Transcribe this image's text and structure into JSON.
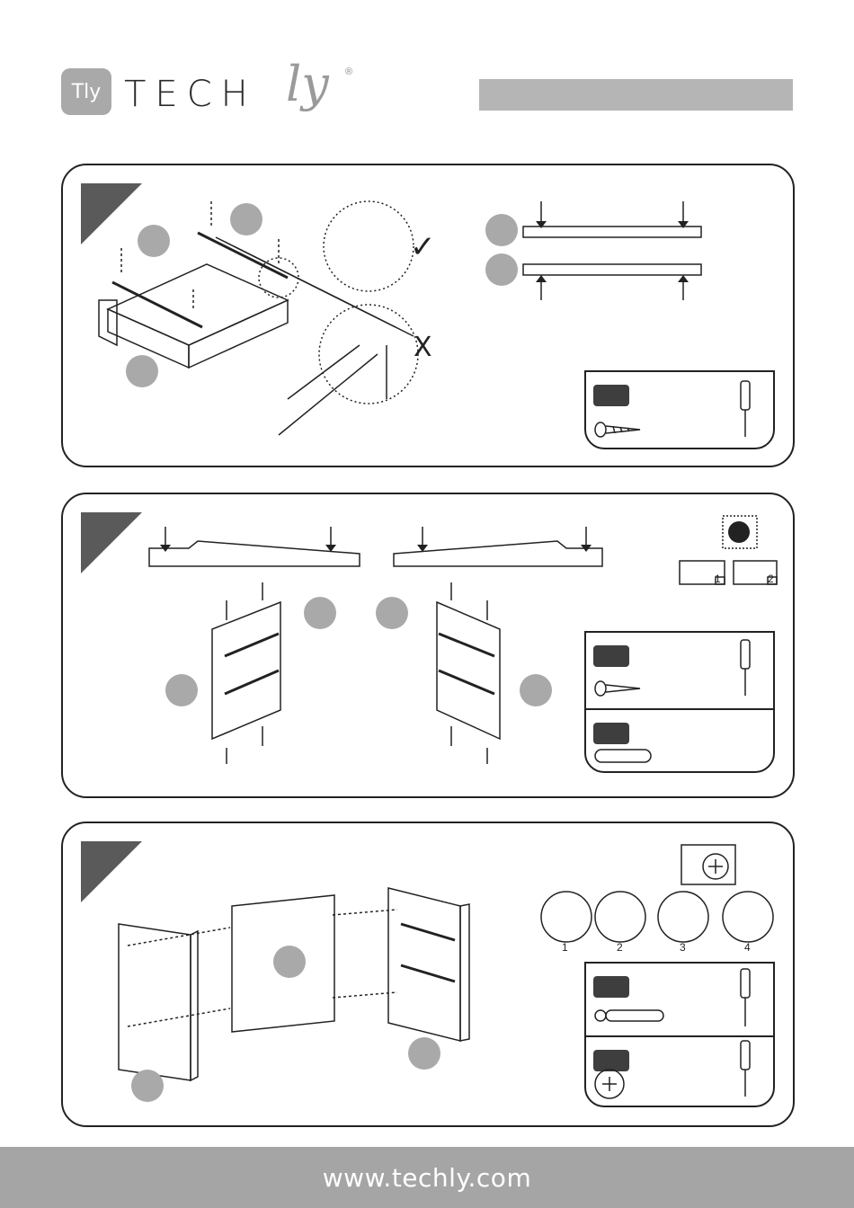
{
  "header": {
    "logo_badge": "Tly",
    "logo_word": "TECH",
    "logo_suffix": "ly",
    "registered_mark": "®",
    "title_bar": ""
  },
  "panels": [
    {
      "id": "step-1",
      "check_mark": "✓",
      "cross_mark": "X",
      "tool": "screwdriver-icon",
      "part": "screw-icon"
    },
    {
      "id": "step-2",
      "insert_steps": [
        "1",
        "2"
      ],
      "tool": "screwdriver-icon",
      "parts": [
        "screw-icon",
        "dowel-icon"
      ]
    },
    {
      "id": "step-3",
      "cam_steps": [
        "1",
        "2",
        "3",
        "4"
      ],
      "tool": "screwdriver-icon",
      "parts": [
        "cam-bolt-icon",
        "cam-lock-icon"
      ]
    }
  ],
  "footer": {
    "url": "www.techly.com"
  },
  "colors": {
    "corner": "#5a5a5a",
    "bubble": "#a9a9a9",
    "footer": "#a5a5a5",
    "qty_badge": "#3e3e3e"
  }
}
